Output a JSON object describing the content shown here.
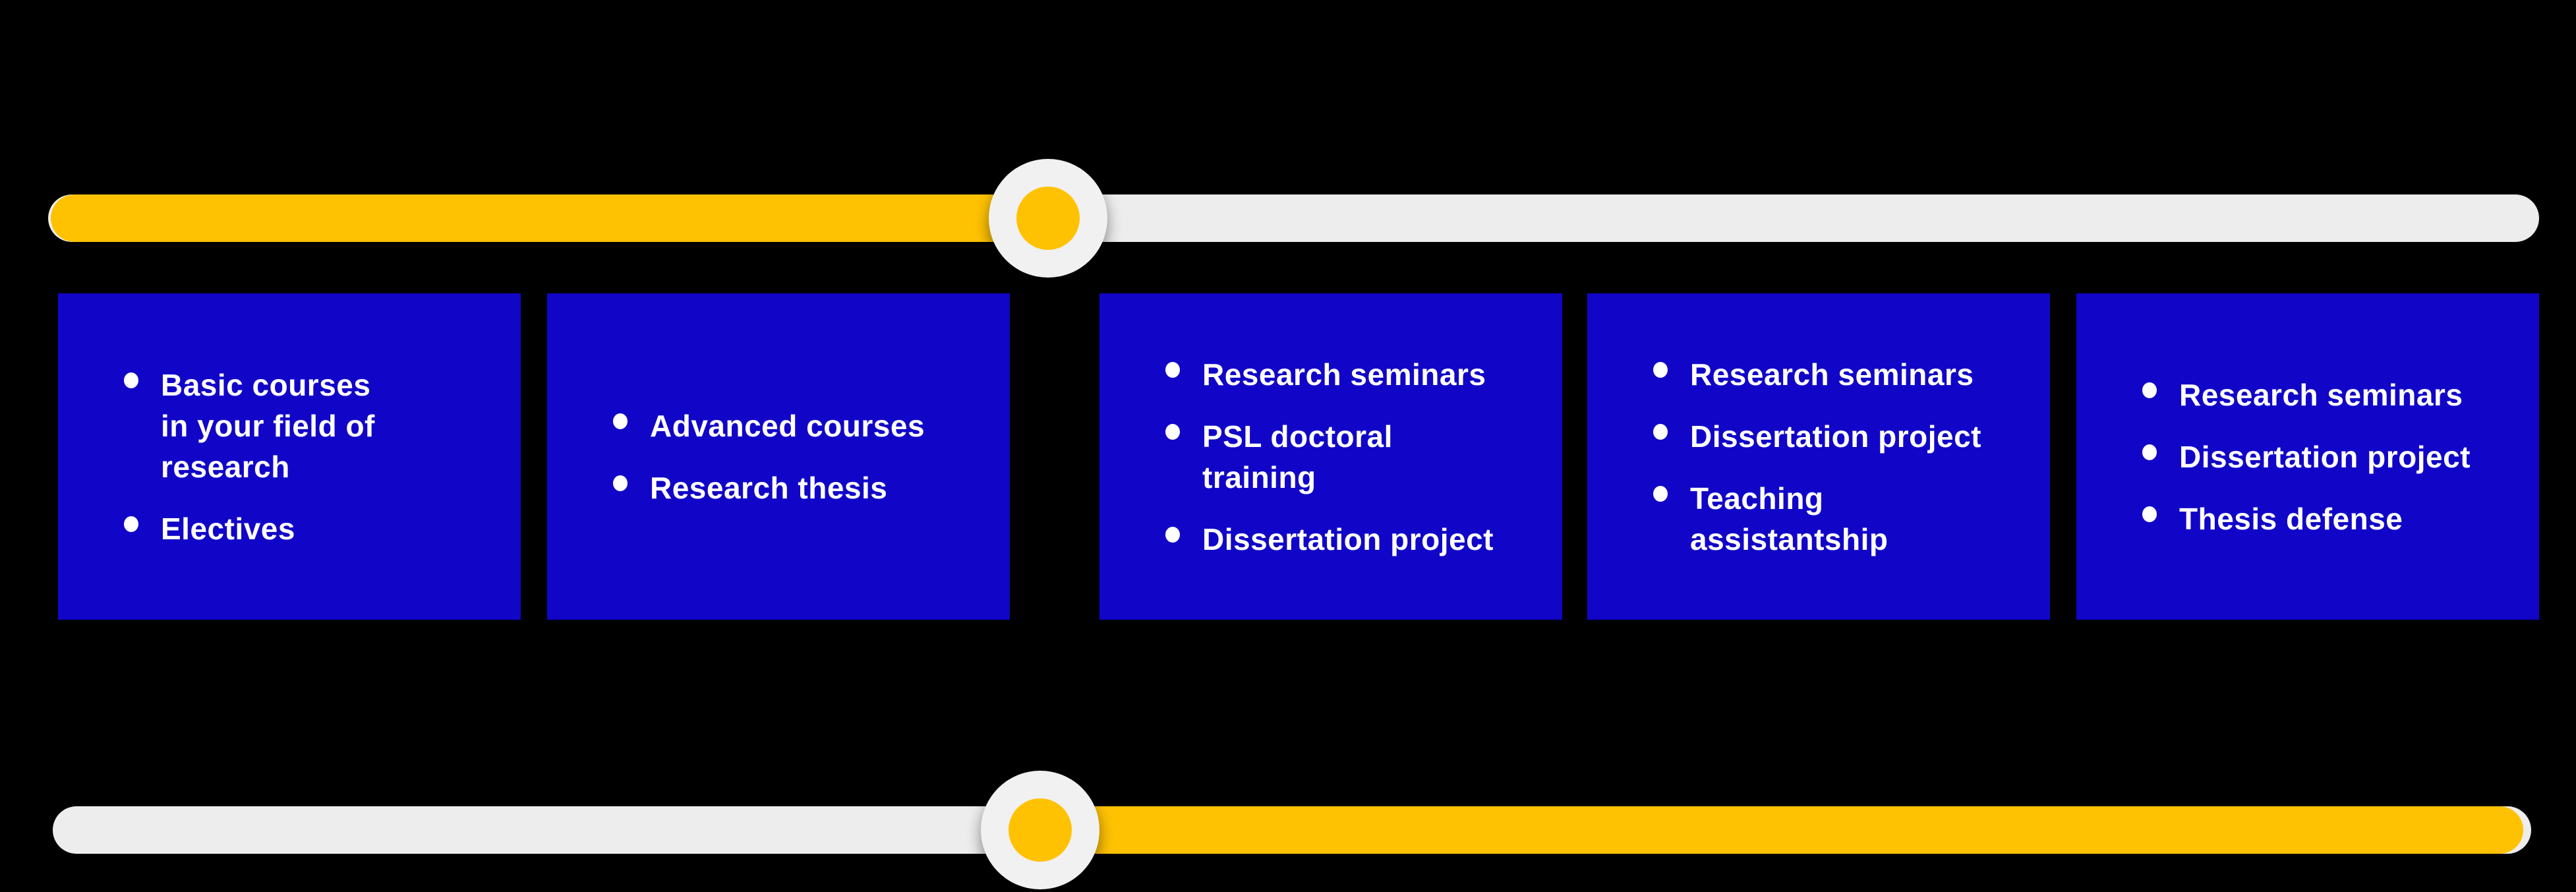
{
  "colors": {
    "background": "#000000",
    "box_blue": "#1106C7",
    "accent_yellow": "#FFC203",
    "track_gray": "#EDEDED",
    "marker_ring": "#F1F1F1",
    "text": "#FFFFFF"
  },
  "timeline_top": {
    "completed_segment": "left",
    "marker_position": "between phase 2 and phase 3"
  },
  "timeline_bottom": {
    "completed_segment": "right",
    "marker_position": "between phase 2 and phase 3"
  },
  "phases": [
    {
      "items": [
        "Basic courses\nin your field of\nresearch",
        "Electives"
      ]
    },
    {
      "items": [
        "Advanced courses",
        "Research thesis"
      ]
    },
    {
      "items": [
        "Research seminars",
        "PSL doctoral\ntraining",
        "Dissertation project"
      ]
    },
    {
      "items": [
        "Research seminars",
        "Dissertation project",
        "Teaching\nassistantship"
      ]
    },
    {
      "items": [
        "Research seminars",
        "Dissertation project",
        "Thesis defense"
      ]
    }
  ]
}
